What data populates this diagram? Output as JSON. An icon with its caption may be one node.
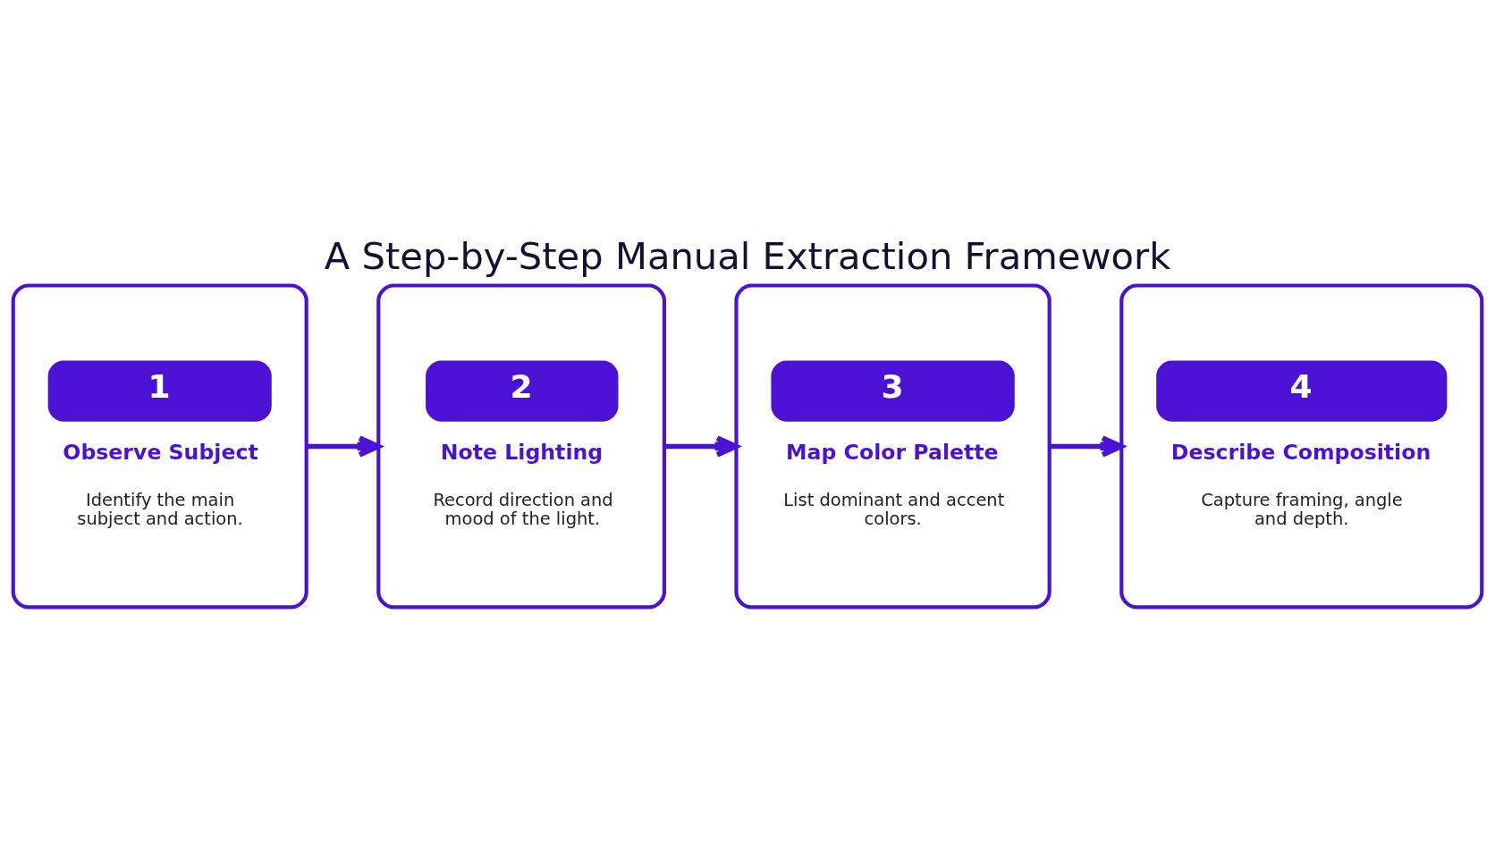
{
  "diagram": {
    "title": "A Step-by-Step Manual Extraction Framework",
    "nodes": [
      {
        "text": [
          "1",
          "Observe Subject",
          "Identify the main subject and action."
        ]
      },
      {
        "text": [
          "2",
          "Note Lighting",
          "Record direction and mood of the light."
        ]
      },
      {
        "text": [
          "3",
          "Map Color Palette",
          "List dominant and accent colors."
        ]
      },
      {
        "text": [
          "4",
          "Describe Composition",
          "Capture framing, angle and depth."
        ]
      }
    ],
    "edges": [
      {
        "from": 0,
        "to": 1,
        "arrow": "to"
      },
      {
        "from": 1,
        "to": 2,
        "arrow": "to"
      },
      {
        "from": 2,
        "to": 3,
        "arrow": "to"
      }
    ]
  }
}
